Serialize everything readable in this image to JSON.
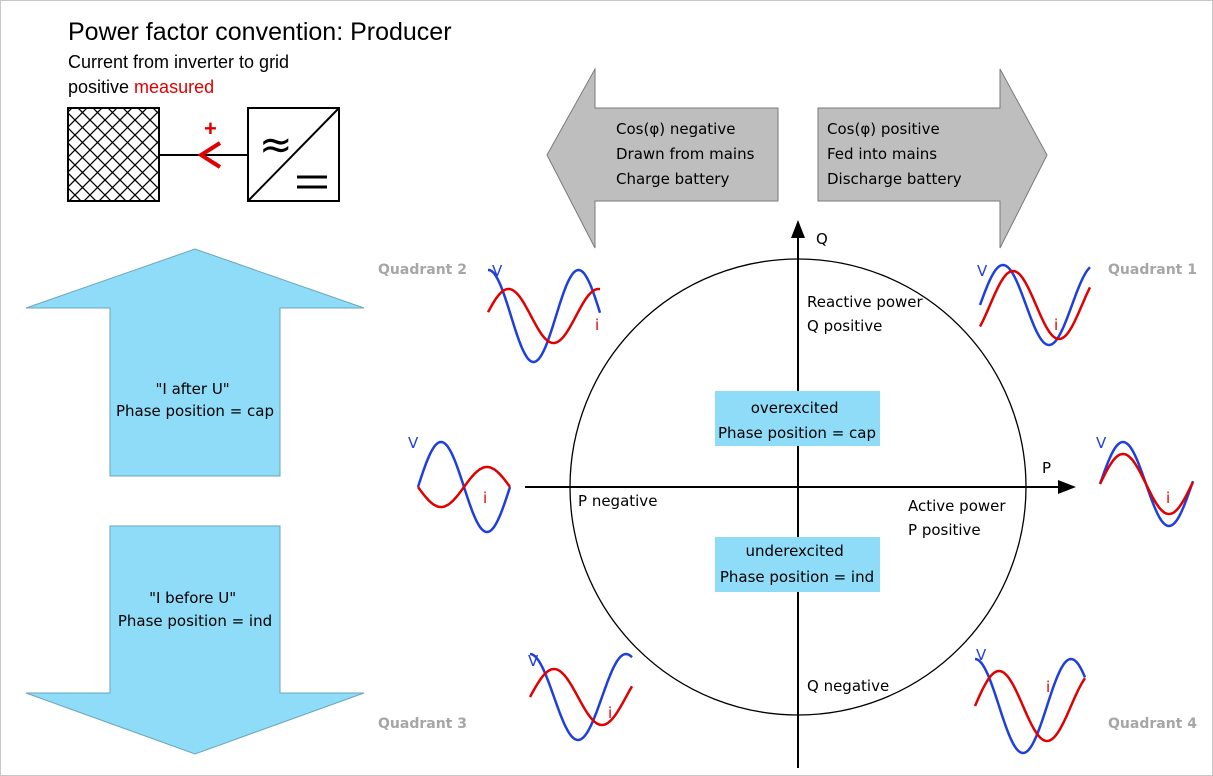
{
  "header": {
    "title": "Power factor convention: Producer",
    "line1": "Current from inverter to grid",
    "line2_prefix": "positive ",
    "line2_highlight": "measured"
  },
  "symbol": {
    "plus_sign": "+",
    "inverter_ac_glyph": "≈"
  },
  "arrows": {
    "left_lines": [
      "Cos(φ) negative",
      "Drawn from mains",
      "Charge battery"
    ],
    "right_lines": [
      "Cos(φ) positive",
      "Fed into mains",
      "Discharge battery"
    ],
    "up_lines": [
      "\"I after U\"",
      "Phase position = cap"
    ],
    "down_lines": [
      "\"I before U\"",
      "Phase position = ind"
    ]
  },
  "axes": {
    "q_label": "Q",
    "p_label": "P",
    "reactive_lines": [
      "Reactive power",
      "Q positive"
    ],
    "active_lines": [
      "Active power",
      "P positive"
    ],
    "p_negative": "P negative",
    "q_negative": "Q negative"
  },
  "boxes": {
    "over_lines": [
      "overexcited",
      "Phase position = cap"
    ],
    "under_lines": [
      "underexcited",
      "Phase position = ind"
    ]
  },
  "quadrants": {
    "q1": "Quadrant 1",
    "q2": "Quadrant 2",
    "q3": "Quadrant 3",
    "q4": "Quadrant 4"
  },
  "waves": {
    "v_label": "V",
    "i_label": "i"
  },
  "colors": {
    "voltage": "#1f3fdd",
    "current": "#e00000",
    "light_blue": "#8fdcf8",
    "gray_arrow": "#bebebe",
    "quadrant_text": "#a6a6a6"
  }
}
